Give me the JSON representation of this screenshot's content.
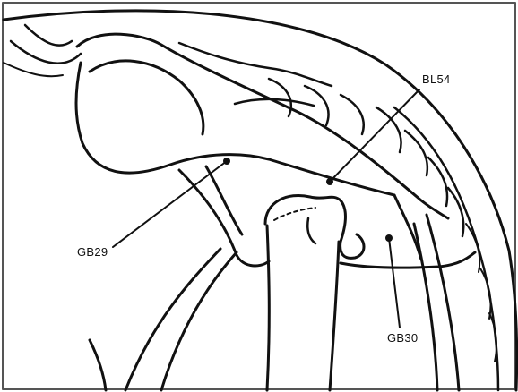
{
  "points": [
    {
      "id": "BL54",
      "label": "BL54"
    },
    {
      "id": "GB29",
      "label": "GB29"
    },
    {
      "id": "GB30",
      "label": "GB30"
    }
  ],
  "colors": {
    "ink": "#111111",
    "background": "#ffffff",
    "frame": "#555555"
  }
}
